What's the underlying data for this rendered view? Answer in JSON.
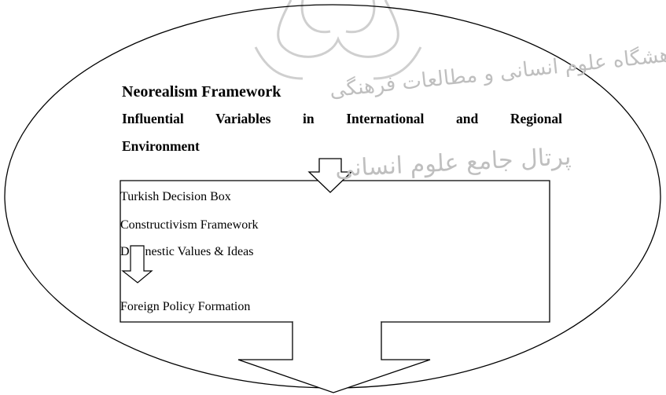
{
  "diagram": {
    "title": "Neorealism Framework",
    "subtitle_line1": "Influential Variables in International and Regional",
    "subtitle_line2": "Environment",
    "box_labels": {
      "decision_box": "Turkish Decision Box",
      "constructivism": "Constructivism Framework",
      "domestic": "D     nestic Values & Ideas",
      "foreign_policy": "Foreign Policy Formation"
    }
  },
  "watermark": {
    "line1": "پژوهشگاه علوم انسانی و مطالعات فرهنگی",
    "line2": "پرتال جامع علوم انسانی"
  },
  "colors": {
    "stroke": "#000000",
    "watermark": "#bfbfbf",
    "background": "#ffffff"
  }
}
